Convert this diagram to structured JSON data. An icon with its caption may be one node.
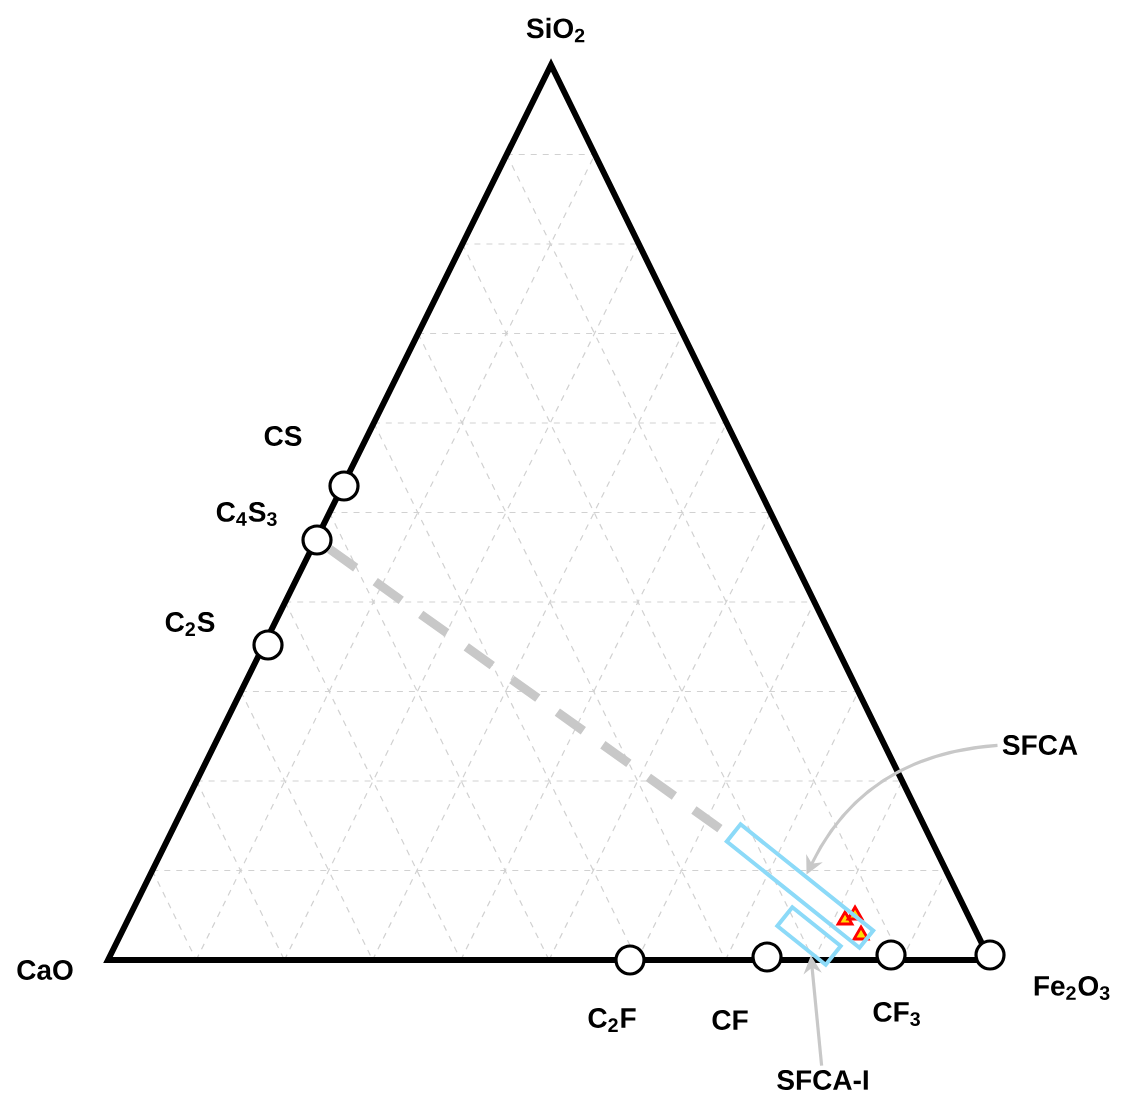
{
  "diagram": {
    "nodes": [
      {
        "text": [],
        "shape": "circle",
        "beside": [
          "CS"
        ]
      },
      {
        "text": [],
        "shape": "circle",
        "beside": [
          "C$_{4}$S$_{3}$"
        ]
      },
      {
        "text": [],
        "shape": "circle",
        "beside": [
          "C$_{2}$S"
        ]
      },
      {
        "text": [
          "SFCA"
        ]
      },
      {
        "text": [],
        "shape": "box"
      },
      {
        "text": [],
        "shape": "box"
      },
      {
        "text": [],
        "shape": "circle",
        "beside": [
          "C$_{2}$F"
        ]
      },
      {
        "text": [],
        "shape": "circle",
        "beside": [
          "CF"
        ]
      },
      {
        "text": [],
        "shape": "circle",
        "beside": [
          "CF$_{3}$"
        ]
      },
      {
        "text": [],
        "shape": "circle",
        "beside": [
          "Fe$_{2}$O$_{3}$"
        ]
      },
      {
        "text": [
          "SFCA-I"
        ]
      }
    ],
    "edges": [
      {
        "from": 1,
        "to": 4,
        "arrow": "none",
        "style": "dashed",
        "color": "#c8c8c8"
      },
      {
        "from": 3,
        "to": 4,
        "arrow": "to",
        "color": "#c8c8c8"
      },
      {
        "from": 10,
        "to": 5,
        "arrow": "to",
        "color": "#c8c8c8"
      }
    ],
    "labels": [
      "SiO$_{2}$",
      "CaO"
    ]
  }
}
